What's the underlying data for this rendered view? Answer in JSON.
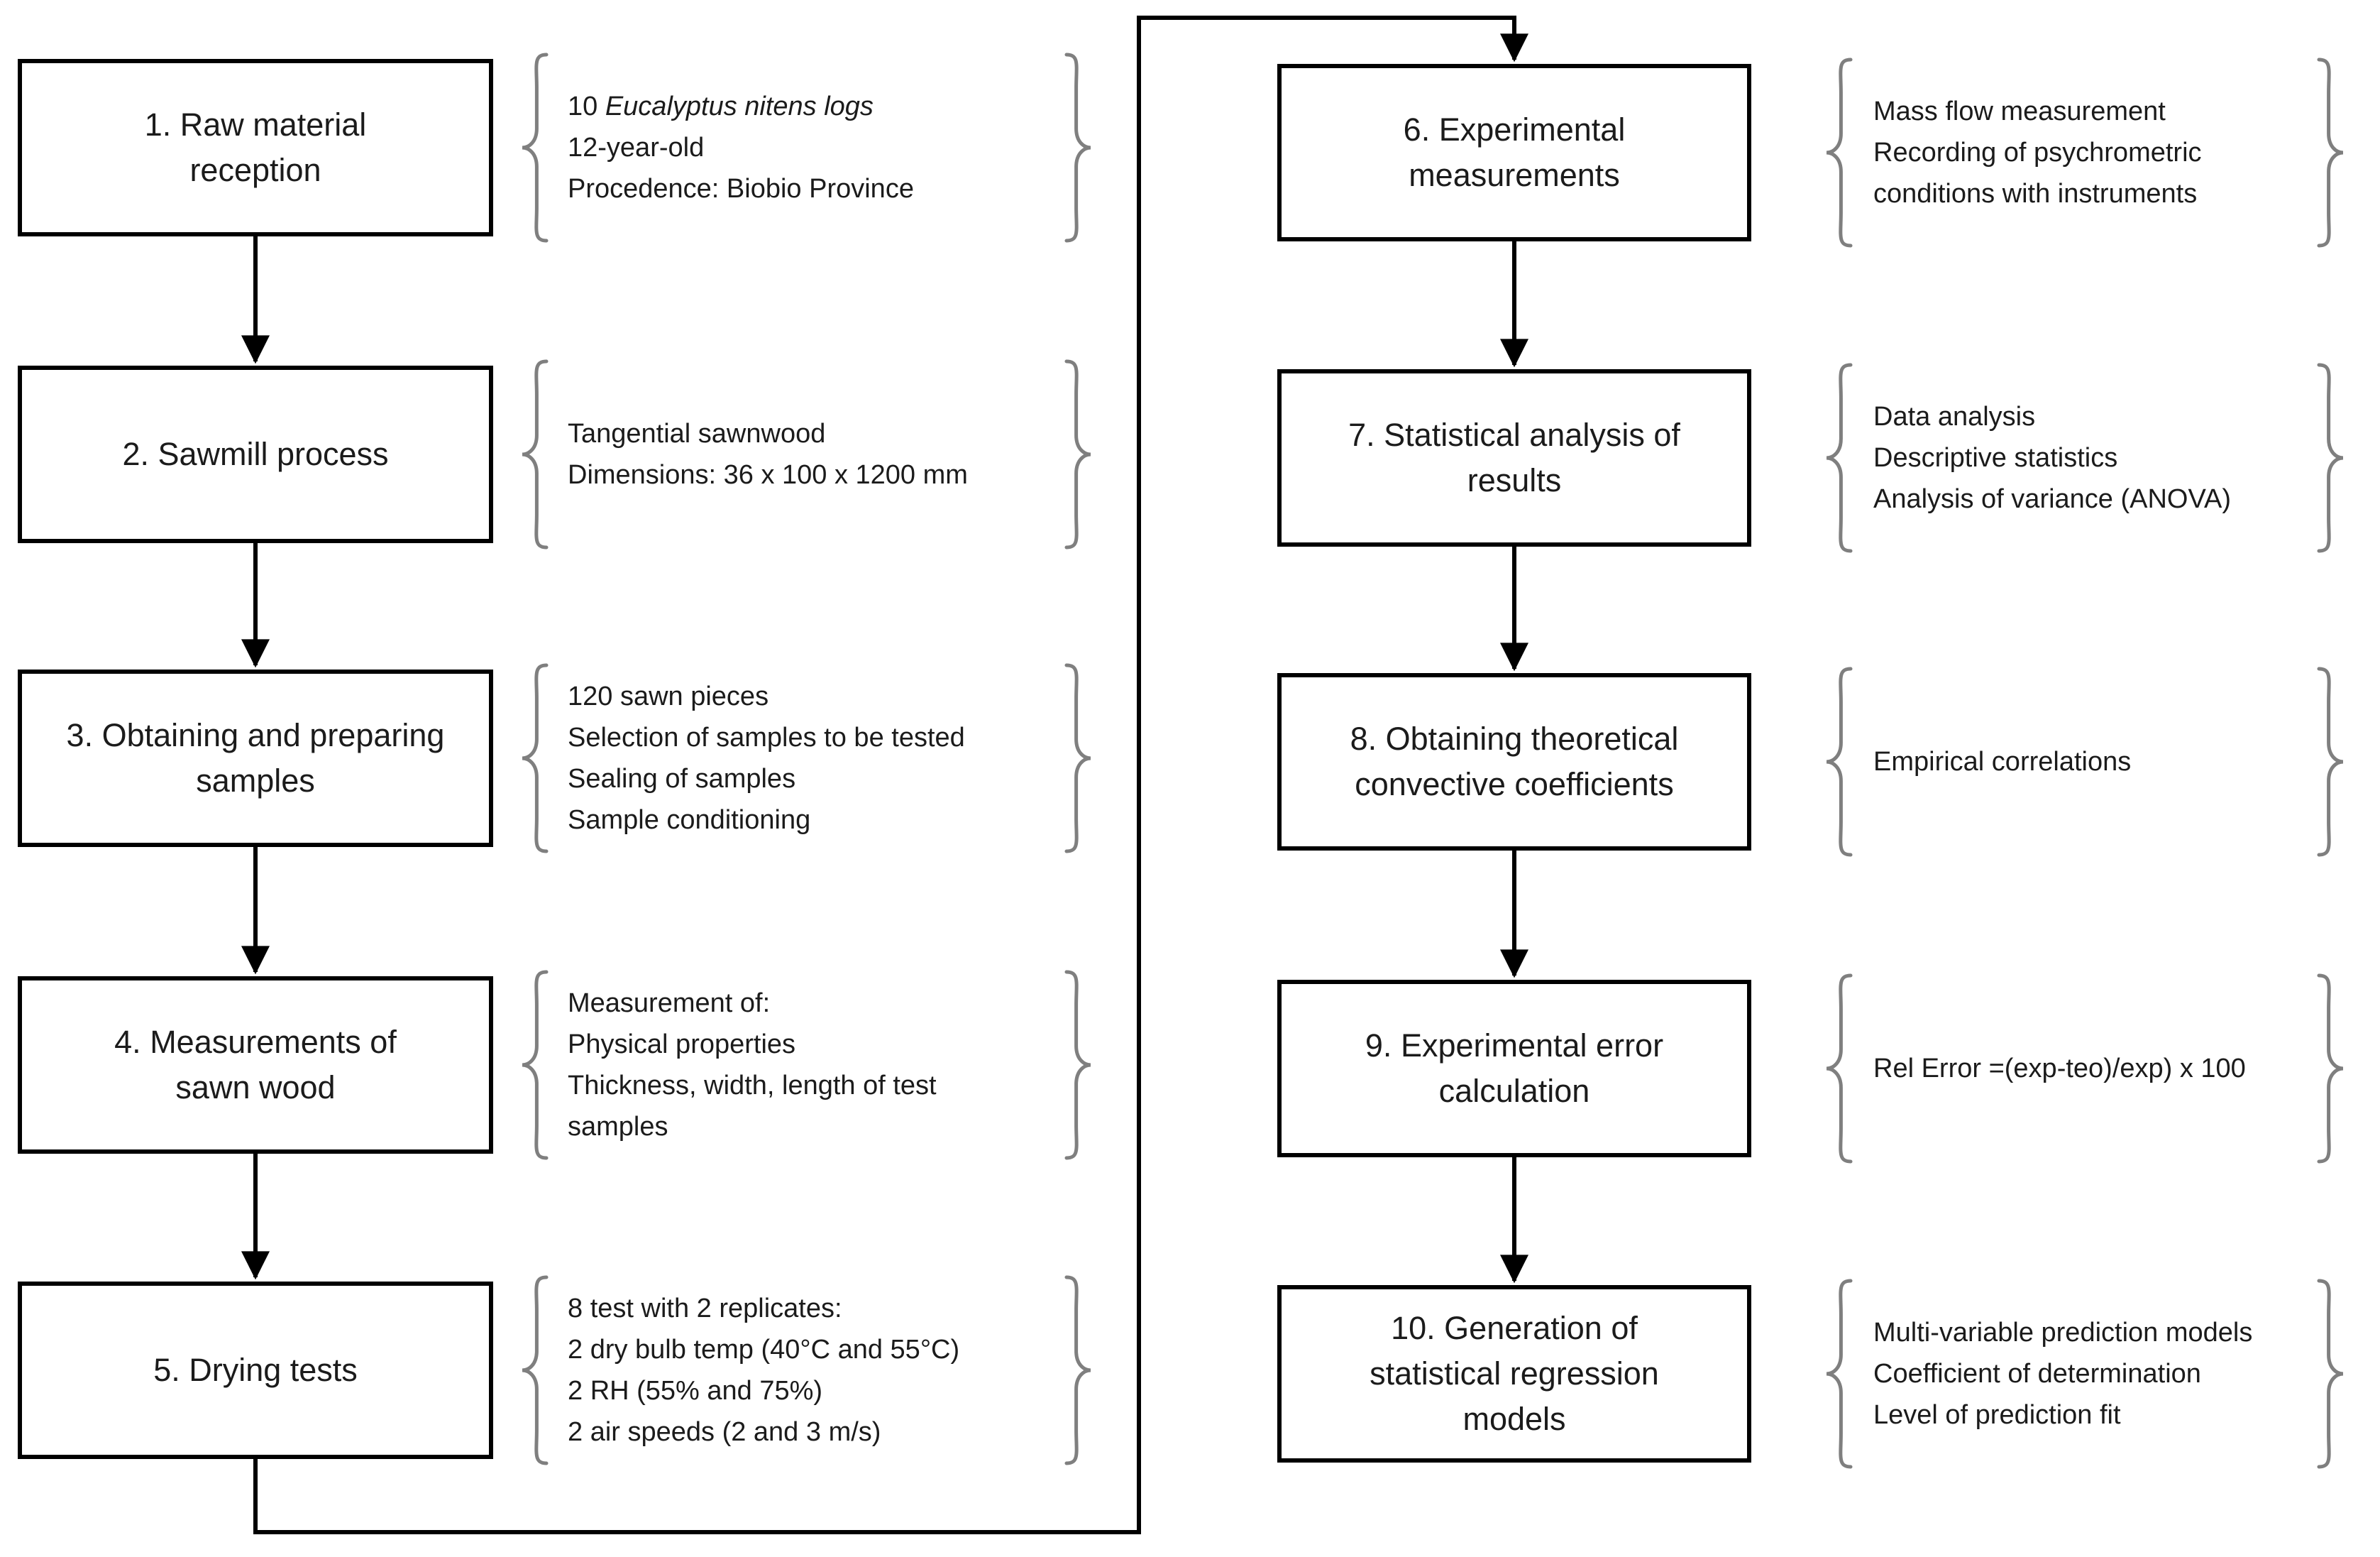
{
  "colors": {
    "line": "#000000",
    "brace": "#7f7f7f",
    "text": "#1b1b1b"
  },
  "steps": [
    {
      "lines": [
        "1. Raw material",
        "reception"
      ],
      "notes": [
        [
          {
            "t": "10 "
          },
          {
            "t": "Eucalyptus nitens logs",
            "i": true
          }
        ],
        [
          {
            "t": "12-year-old"
          }
        ],
        [
          {
            "t": "Procedence: Biobio Province"
          }
        ]
      ]
    },
    {
      "lines": [
        "2. Sawmill process"
      ],
      "notes": [
        [
          {
            "t": "Tangential sawnwood"
          }
        ],
        [
          {
            "t": "Dimensions: 36 x 100 x 1200 mm"
          }
        ]
      ]
    },
    {
      "lines": [
        "3. Obtaining and preparing",
        "samples"
      ],
      "notes": [
        [
          {
            "t": "120 sawn pieces"
          }
        ],
        [
          {
            "t": "Selection of samples to be tested"
          }
        ],
        [
          {
            "t": "Sealing of samples"
          }
        ],
        [
          {
            "t": "Sample conditioning"
          }
        ]
      ]
    },
    {
      "lines": [
        "4. Measurements of",
        "sawn wood"
      ],
      "notes": [
        [
          {
            "t": "Measurement of:"
          }
        ],
        [
          {
            "t": "Physical properties"
          }
        ],
        [
          {
            "t": "Thickness, width, length of test"
          }
        ],
        [
          {
            "t": "samples"
          }
        ]
      ]
    },
    {
      "lines": [
        "5. Drying tests"
      ],
      "notes": [
        [
          {
            "t": "8 test with 2 replicates:"
          }
        ],
        [
          {
            "t": "2 dry bulb temp (40°C and 55°C)"
          }
        ],
        [
          {
            "t": "2 RH (55% and 75%)"
          }
        ],
        [
          {
            "t": "2 air speeds (2 and 3 m/s)"
          }
        ]
      ]
    },
    {
      "lines": [
        "6. Experimental",
        "measurements"
      ],
      "notes": [
        [
          {
            "t": "Mass flow measurement"
          }
        ],
        [
          {
            "t": "Recording of psychrometric"
          }
        ],
        [
          {
            "t": "conditions with instruments"
          }
        ]
      ]
    },
    {
      "lines": [
        "7. Statistical analysis of",
        "results"
      ],
      "notes": [
        [
          {
            "t": "Data analysis"
          }
        ],
        [
          {
            "t": "Descriptive statistics"
          }
        ],
        [
          {
            "t": "Analysis of variance (ANOVA)"
          }
        ]
      ]
    },
    {
      "lines": [
        "8. Obtaining theoretical",
        "convective coefficients"
      ],
      "notes": [
        [
          {
            "t": "Empirical correlations"
          }
        ]
      ]
    },
    {
      "lines": [
        "9. Experimental error",
        "calculation"
      ],
      "notes": [
        [
          {
            "t": "Rel Error =(exp-teo)/exp) x 100"
          }
        ]
      ]
    },
    {
      "lines": [
        "10. Generation of",
        "statistical regression",
        "models"
      ],
      "notes": [
        [
          {
            "t": "Multi-variable prediction models"
          }
        ],
        [
          {
            "t": "Coefficient of determination"
          }
        ],
        [
          {
            "t": "Level of prediction fit"
          }
        ]
      ]
    }
  ]
}
